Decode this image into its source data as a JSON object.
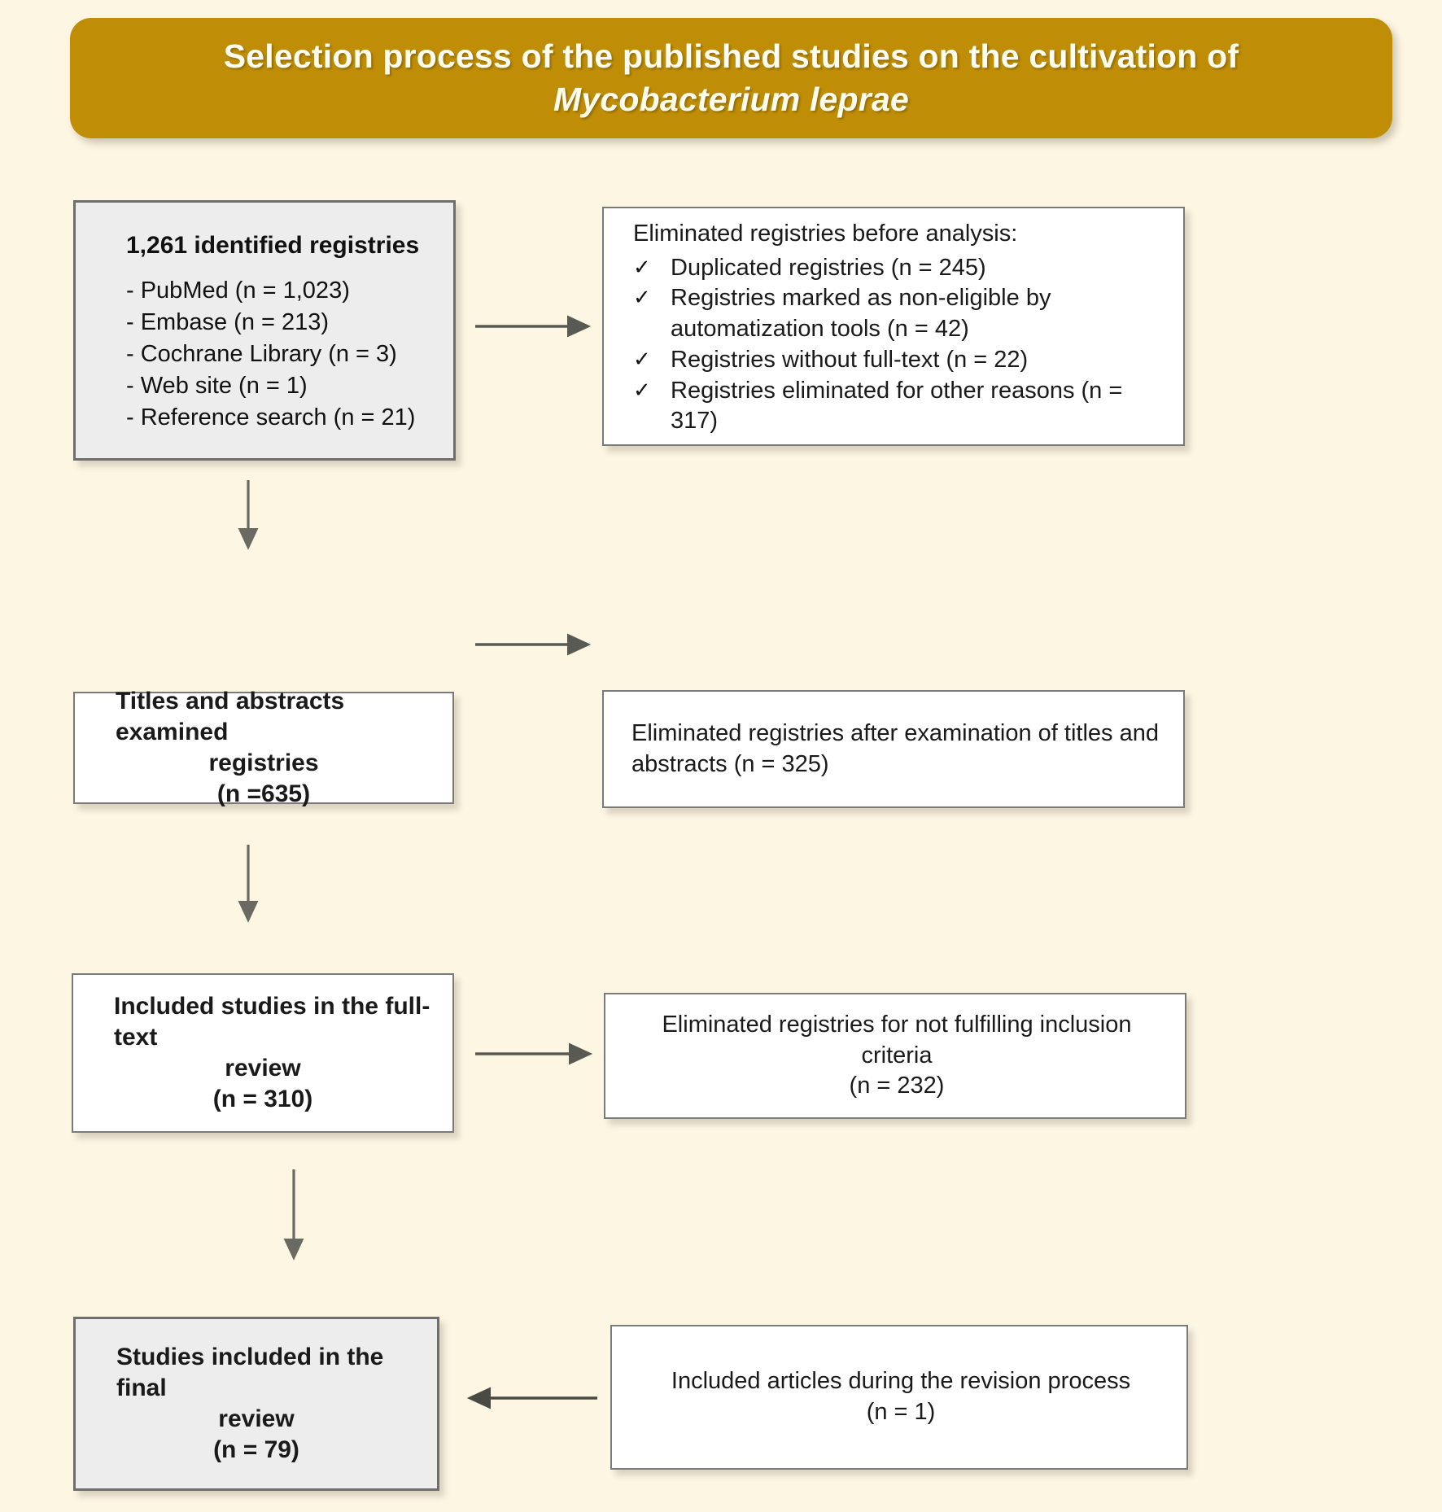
{
  "title": {
    "line1": "Selection process of the published studies on the cultivation of",
    "line2": "Mycobacterium leprae"
  },
  "colors": {
    "banner": "#BF8D06",
    "banner_text": "#FFFDF0",
    "page_background": "#FDF6E3",
    "box_fill_white": "#FFFFFF",
    "box_fill_gray": "#EDEDED",
    "box_border": "#7A7A78",
    "arrow": "#5A5A55",
    "text": "#111111"
  },
  "boxes": {
    "identified": {
      "heading": "1,261 identified registries",
      "sources": [
        "- PubMed (n = 1,023)",
        "- Embase (n = 213)",
        "- Cochrane Library (n = 3)",
        "- Web site (n = 1)",
        "- Reference search (n = 21)"
      ]
    },
    "eliminated_before": {
      "lead": "Eliminated registries before analysis:",
      "check_symbol": "✓",
      "items": [
        {
          "text": "Duplicated registries (n = 245)",
          "cont": ""
        },
        {
          "text": "Registries marked as non-eligible by",
          "cont": "automatization tools (n = 42)"
        },
        {
          "text": "Registries without full-text (n = 22)",
          "cont": ""
        },
        {
          "text": "Registries eliminated for other reasons (n = 317)",
          "cont": ""
        }
      ]
    },
    "titles_abstracts": {
      "line1": "Titles and abstracts examined",
      "line2": "registries",
      "line3": "(n =635)"
    },
    "eliminated_after_titles": {
      "line1": "Eliminated registries after examination of titles and",
      "line2": "abstracts (n = 325)"
    },
    "fulltext_review": {
      "line1": "Included studies in the full-text",
      "line2": "review",
      "line3": "(n = 310)"
    },
    "eliminated_not_fulfilling": {
      "line1": "Eliminated registries for not fulfilling inclusion criteria",
      "line2": "(n = 232)"
    },
    "final_review": {
      "line1": "Studies included in the final",
      "line2": "review",
      "line3": "(n = 79)"
    },
    "included_revision": {
      "line1": "Included articles during the revision process",
      "line2": "(n = 1)"
    }
  },
  "arrows": [
    {
      "name": "identified-to-eliminated-before",
      "direction": "right"
    },
    {
      "name": "identified-to-titles-abstracts",
      "direction": "down"
    },
    {
      "name": "titles-abstracts-to-eliminated-after",
      "direction": "right"
    },
    {
      "name": "titles-abstracts-to-fulltext",
      "direction": "down"
    },
    {
      "name": "fulltext-to-eliminated-not-fulfilling",
      "direction": "right"
    },
    {
      "name": "fulltext-to-final-review",
      "direction": "down"
    },
    {
      "name": "included-revision-to-final-review",
      "direction": "left"
    }
  ]
}
